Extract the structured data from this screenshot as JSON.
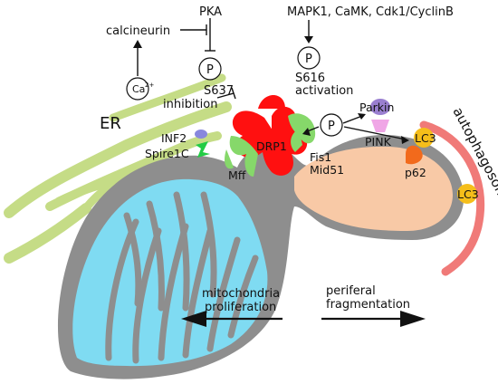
{
  "labels": {
    "pka": "PKA",
    "kinases": "MAPK1, CaMK, Cdk1/CyclinB",
    "calcineurin": "calcineurin",
    "ca": "Ca",
    "ca_superscript": "2+",
    "phospho": "P",
    "s637": "S637",
    "inhibition": "inhibition",
    "s616": "S616",
    "activation": "activation",
    "er": "ER",
    "inf2": "INF2",
    "spire1c": "Spire1C",
    "mff": "Mff",
    "drp1": "DRP1",
    "fis1": "Fis1",
    "mid51": "Mid51",
    "parkin": "Parkin",
    "pink": "PINK",
    "lc3_top": "LC3",
    "lc3_bottom": "LC3",
    "p62": "p62",
    "autophagosome": "autophagosome",
    "proliferation_line1": "mitochondria",
    "proliferation_line2": "proliferation",
    "fragmentation_line1": "periferal",
    "fragmentation_line2": "fragmentation"
  },
  "colors": {
    "matrix_left": "#7fdbf2",
    "matrix_right": "#f8c9a6",
    "membrane": "#8e8e8e",
    "er": "#c5dc86",
    "drp1": "#ff1010",
    "receptors": "#86d86a",
    "autophagosome": "#f07a78",
    "lc3": "#f5be1a",
    "p62": "#f26a1c",
    "parkin": "#9a7fd0",
    "pink": "#f0a6e6",
    "inf2": "#8888dd",
    "spire1c": "#22cc44"
  }
}
